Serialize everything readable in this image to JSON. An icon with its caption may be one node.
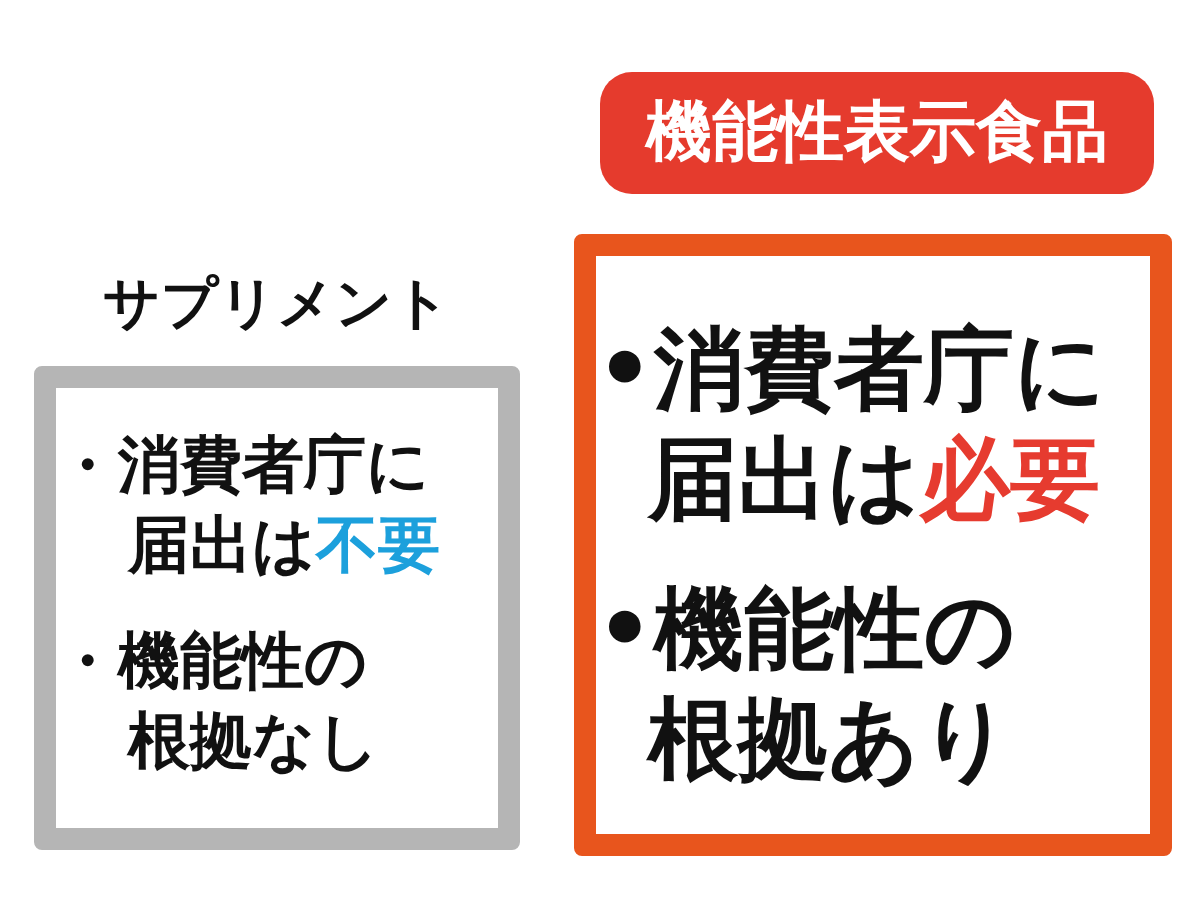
{
  "diagram": {
    "nodes": [
      {
        "text": [
          "サプリメント",
          "・消費者庁に届出は**不要**",
          "・機能性の根拠なし"
        ]
      },
      {
        "text": [
          "機能性表示食品"
        ]
      },
      {
        "text": [
          "•消費者庁に届出は**必要**",
          "•機能性の根拠あり"
        ]
      }
    ]
  }
}
